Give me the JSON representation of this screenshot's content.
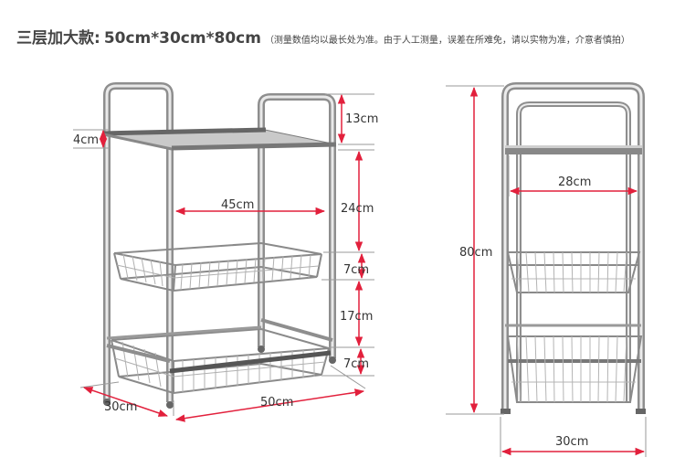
{
  "header": {
    "title": "三层加大款:",
    "dimensions": "50cm*30cm*80cm",
    "note": "（测量数值均以最长处为准。由于人工测量，误差在所难免，请以实物为准，介意者慎拍）"
  },
  "front_view": {
    "height_13": "13cm",
    "pipe_4": "4cm",
    "gap_24": "24cm",
    "inner_45": "45cm",
    "basket_7_top": "7cm",
    "gap_17": "17cm",
    "basket_7_bottom": "7cm",
    "depth_30": "30cm",
    "width_50": "50cm"
  },
  "side_view": {
    "total_height": "80cm",
    "shelf_depth": "28cm",
    "base_depth": "30cm"
  },
  "colors": {
    "dimension_line": "#e2203c",
    "guide_line": "#9a9a9a",
    "steel": "#a9a9a9"
  }
}
